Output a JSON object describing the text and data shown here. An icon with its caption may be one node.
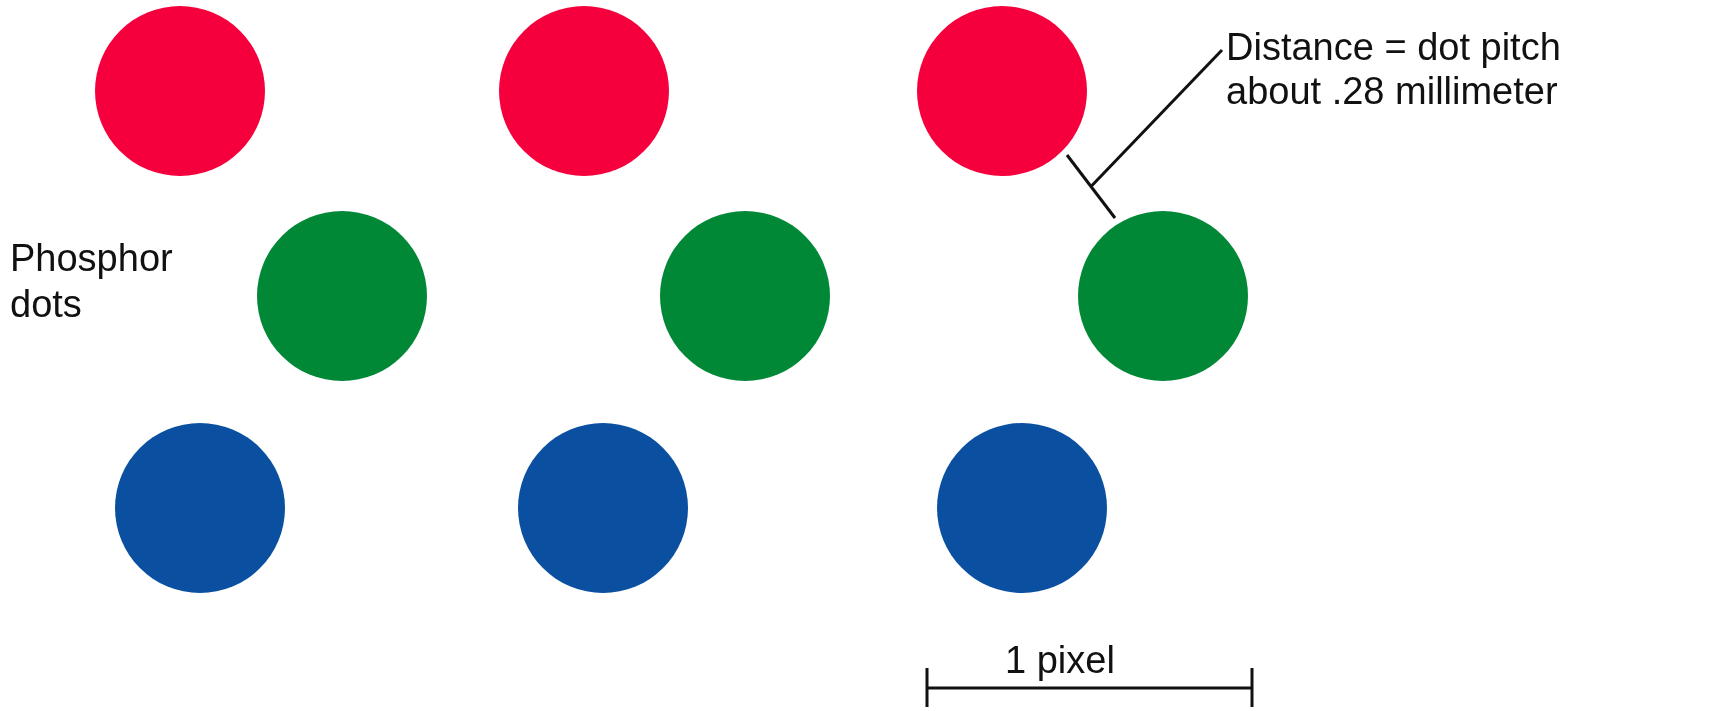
{
  "diagram": {
    "nodes": [
      {
        "text": [
          "Distance = dot pitch about .28 millimeter"
        ]
      },
      {
        "text": [],
        "shape": "line"
      }
    ],
    "edges": [
      {
        "from": 0,
        "to": 1,
        "arrow": "none"
      }
    ],
    "labels": [
      "Phosphor dots",
      "1 pixel"
    ]
  }
}
